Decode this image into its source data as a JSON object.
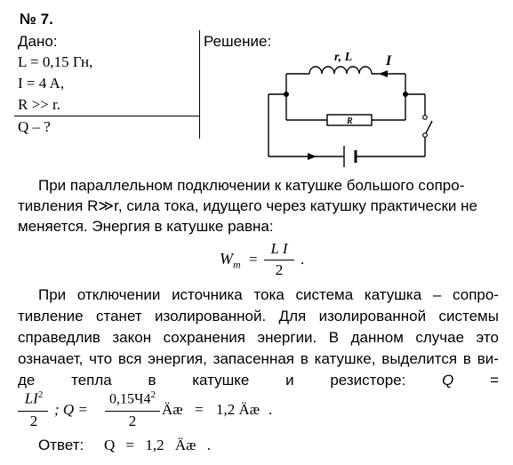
{
  "problem_number": "№ 7.",
  "given": {
    "heading": "Дано:",
    "lines": [
      "L = 0,15 Гн,",
      "I = 4 A,",
      "R >> r."
    ],
    "find": "Q – ?"
  },
  "solution_heading": "Решение:",
  "circuit": {
    "coil_label": "r, L",
    "current_label": "I",
    "resistor_label": "R"
  },
  "paragraph1": {
    "line1": "При параллельном подключении к катушке большого сопро-",
    "line2": "тивления R≫r, сила тока, идущего через катушку практически не",
    "line3": "меняется. Энергия в катушке равна:"
  },
  "formula_energy": {
    "lhs": "W",
    "lhs_sub": "m",
    "eq": "=",
    "numerator": "L I",
    "denominator": "2",
    "tail": "."
  },
  "paragraph2": {
    "line1": [
      "При",
      "отключении",
      "источника",
      "тока",
      "система",
      "катушка",
      "–",
      "сопро-"
    ],
    "line2": [
      "тивление",
      "станет",
      "изолированной.",
      "Для",
      "изолированной",
      "системы"
    ],
    "line3": [
      "справедлив",
      "закон",
      "сохранения",
      "энергии.",
      "В",
      "данном",
      "случае",
      "это"
    ],
    "line4": [
      "означает,",
      "что",
      "вся",
      "энергия,",
      "запасенная",
      "в",
      "катушке,",
      "выделится",
      "в",
      "ви-"
    ],
    "line5": [
      "де",
      "тепла",
      "в",
      "катушке",
      "и",
      "резисторе:",
      "Q",
      "="
    ]
  },
  "formula_heat": {
    "num1": "LI",
    "num1_sup": "2",
    "den1": "2",
    "sep": "; Q =",
    "num2": "0,15Ч4",
    "num2_sup": "2",
    "den2": "2",
    "unit1": "Äæ",
    "eq": "=",
    "value": "1,2 Äæ",
    "tail": "."
  },
  "answer": {
    "label": "Ответ:",
    "expr": "Q = 1,2 Äæ ."
  }
}
